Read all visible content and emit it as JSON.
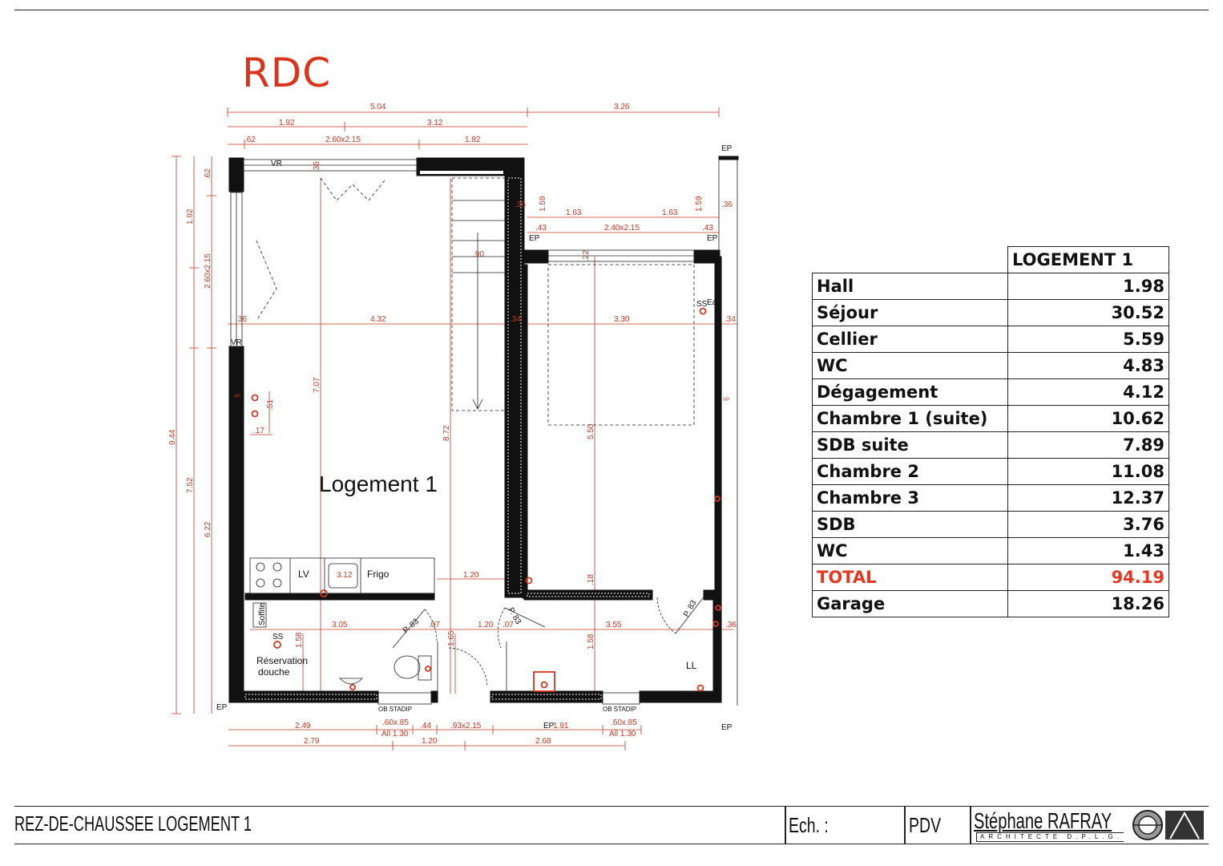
{
  "plan": {
    "level": "RDC",
    "unit_label": "Logement 1",
    "dimensions_top": {
      "overall": [
        "5.04",
        "3.26"
      ],
      "second": [
        "1.92",
        "3.12"
      ],
      "third": [
        ".62",
        "2.60x2.15",
        "1.82"
      ]
    },
    "dimensions_left": [
      "9.44",
      "7.52",
      "6.22",
      "1.92",
      "2.60x2.15",
      ".62"
    ],
    "dimensions_inner": {
      "row_436": [
        ".36",
        "4.32",
        ".34",
        "3.30",
        ".34"
      ],
      "row_780": [
        "3.05",
        ".07",
        "1.20",
        ".07",
        "3.55",
        ".36"
      ],
      "garage_top": [
        "1.63",
        "1.63",
        "2.40x2.15",
        ".43",
        ".43",
        "1.59",
        "1.59",
        ".36",
        ".36",
        ".22",
        ".90"
      ],
      "vertical": [
        "7.07",
        "8.72",
        "5.50",
        "1.58",
        "1.65",
        "1.58",
        ".18",
        ".51",
        ".17",
        ".36"
      ],
      "kitchen": [
        "1.20"
      ]
    },
    "dimensions_bottom": {
      "row1": [
        "2.49",
        ".60x.85",
        ".44",
        ".93x2.15",
        "1.91",
        ".60x.85"
      ],
      "row1_sub": [
        "All 1.30",
        "All 1.30"
      ],
      "row2": [
        "2.79",
        "1.20",
        "2.68"
      ]
    },
    "labels": {
      "vr": "VR",
      "ep": "EP",
      "lv": "LV",
      "frigo_dim": "3.12",
      "frigo": "Frigo",
      "soffite": "Soffite",
      "ss": "SS",
      "ss_eau": "SS",
      "eau": "Eau",
      "reservation": "Réservation",
      "douche": "douche",
      "ll": "LL",
      "ob_stadip": "OB STADIP",
      "vp": "VP",
      "p83": "P. 83"
    }
  },
  "area_table": {
    "header": "LOGEMENT 1",
    "rows": [
      {
        "name": "Hall",
        "value": "1.98"
      },
      {
        "name": "Séjour",
        "value": "30.52"
      },
      {
        "name": "Cellier",
        "value": "5.59"
      },
      {
        "name": "WC",
        "value": "4.83"
      },
      {
        "name": "Dégagement",
        "value": "4.12"
      },
      {
        "name": "Chambre 1 (suite)",
        "value": "10.62"
      },
      {
        "name": "SDB suite",
        "value": "7.89"
      },
      {
        "name": "Chambre 2",
        "value": "11.08"
      },
      {
        "name": "Chambre 3",
        "value": "12.37"
      },
      {
        "name": "SDB",
        "value": "3.76"
      },
      {
        "name": "WC",
        "value": "1.43"
      }
    ],
    "total": {
      "name": "TOTAL",
      "value": "94.19"
    },
    "garage": {
      "name": "Garage",
      "value": "18.26"
    }
  },
  "footer": {
    "title": "REZ-DE-CHAUSSEE LOGEMENT 1",
    "scale_label": "Ech. :",
    "phase": "PDV",
    "architect": "Stéphane RAFRAY",
    "architect_sub": "ARCHITECTE D.P.L.G."
  },
  "colors": {
    "accent": "#d8341e",
    "dimension": "#c93620",
    "wall": "#111111"
  }
}
